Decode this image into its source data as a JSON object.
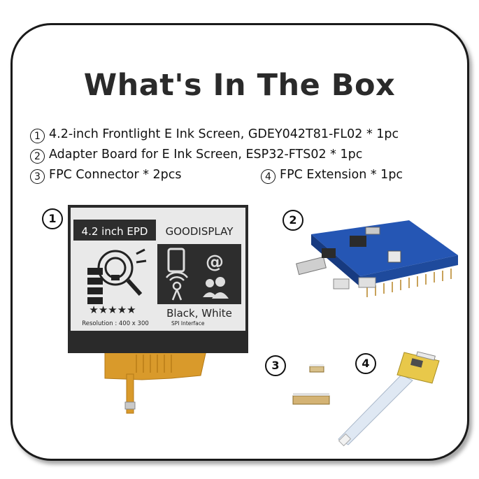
{
  "title": "What's In The Box",
  "items": [
    {
      "number": "1",
      "text": "4.2-inch Frontlight E Ink Screen, GDEY042T81-FL02 * 1pc"
    },
    {
      "number": "2",
      "text": "Adapter Board for E Ink Screen, ESP32-FTS02 * 1pc"
    },
    {
      "number": "3",
      "text": "FPC Connector * 2pcs"
    },
    {
      "number": "4",
      "text": "FPC Extension * 1pc"
    }
  ],
  "markers": [
    "1",
    "2",
    "3",
    "4"
  ],
  "screen": {
    "header_left": "4.2 inch EPD",
    "header_right": "GOODISPLAY",
    "stars": "★★★★★",
    "resolution": "Resolution : 400 x 300",
    "color_text": "Black, White",
    "interface": "SPI Interface"
  },
  "colors": {
    "board_blue": "#1f4fa8",
    "fpc_amber": "#d99a2b",
    "outline": "#1a1a1a"
  }
}
